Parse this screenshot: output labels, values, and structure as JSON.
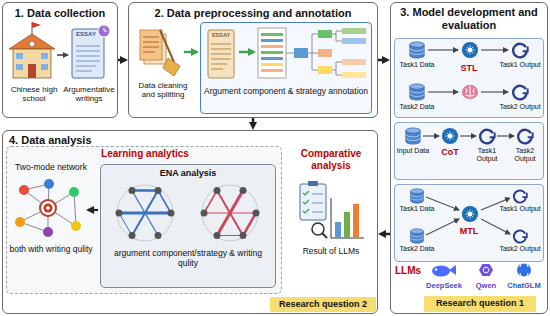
{
  "diagram": {
    "nodes": [
      {
        "text": [
          "1. Data collection",
          "Chinese high school",
          "Argumentative writings"
        ]
      },
      {
        "text": [
          "2. Data preprocessing and annotation",
          "Data cleaning and splitting"
        ]
      },
      {
        "text": [
          "Argument component & strategy annotation"
        ],
        "in": 1
      },
      {
        "text": [
          "3. Model development and evaluation",
          "LLMs",
          "DeepSeek",
          "Qwen",
          "ChatGLM"
        ]
      },
      {
        "text": [
          "Task1 Data",
          "Task1 Output",
          "STL",
          "Task2 Data",
          "Task2 Output"
        ],
        "in": 3
      },
      {
        "text": [
          "Input Data",
          "CoT",
          "Task1 Output",
          "Task2 Output"
        ],
        "in": 3
      },
      {
        "text": [
          "Task1 Data",
          "Task1 Output",
          "MTL",
          "Task2 Data",
          "Task2 Output"
        ],
        "in": 3
      },
      {
        "text": [
          "Research question 1"
        ],
        "in": 3
      },
      {
        "text": [
          "4. Data analysis",
          "Comparative analysis",
          "Result of LLMs"
        ]
      },
      {
        "text": [
          "Learning analytics",
          "Two-mode network",
          "both with writing qulity"
        ],
        "in": 8
      },
      {
        "text": [
          "ENA analysis",
          "argument component/strategy & writing qulity"
        ],
        "in": 9
      },
      {
        "text": [
          "Research question 2"
        ],
        "in": 8
      }
    ],
    "edges": [
      {
        "from": 0,
        "to": 1,
        "arrow": "to"
      },
      {
        "from": 1,
        "to": 3,
        "arrow": "to"
      },
      {
        "from": 1,
        "to": 8,
        "arrow": "to"
      },
      {
        "from": 3,
        "to": 8,
        "arrow": "to"
      }
    ],
    "labels": [
      "ESSAY",
      "ESSAY"
    ]
  }
}
